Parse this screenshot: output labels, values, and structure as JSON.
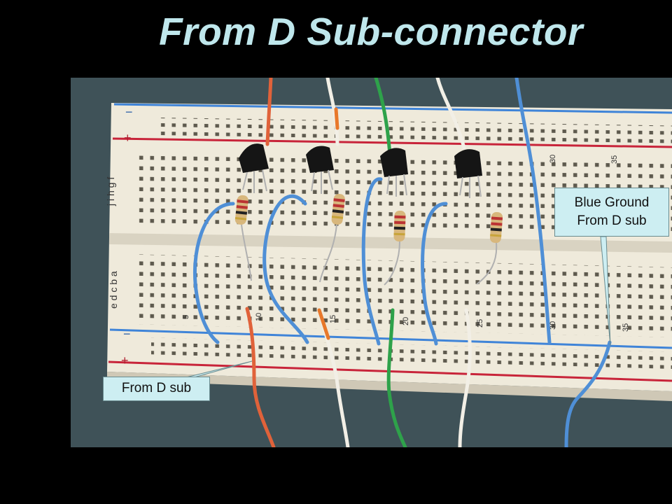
{
  "slide": {
    "title": "From D Sub-connector"
  },
  "photo": {
    "subject": "breadboard"
  },
  "callouts": {
    "ground_line1": "Blue Ground",
    "ground_line2": "From D sub",
    "dsub": "From D sub"
  },
  "breadboard": {
    "row_letters_top": "j i h g f",
    "row_letters_bottom": "e d c b a",
    "column_numbers": [
      "5",
      "10",
      "15",
      "20",
      "25",
      "30",
      "35"
    ],
    "rail_minus": "−",
    "rail_plus": "+"
  },
  "colors": {
    "title": "#bfe7ec",
    "callout_fill": "#cdeef2",
    "wire_blue": "#4f8fd6",
    "wire_orange": "#e0623a",
    "wire_green": "#2ea24a",
    "wire_white": "#f2efe6",
    "board": "#efeadb"
  }
}
